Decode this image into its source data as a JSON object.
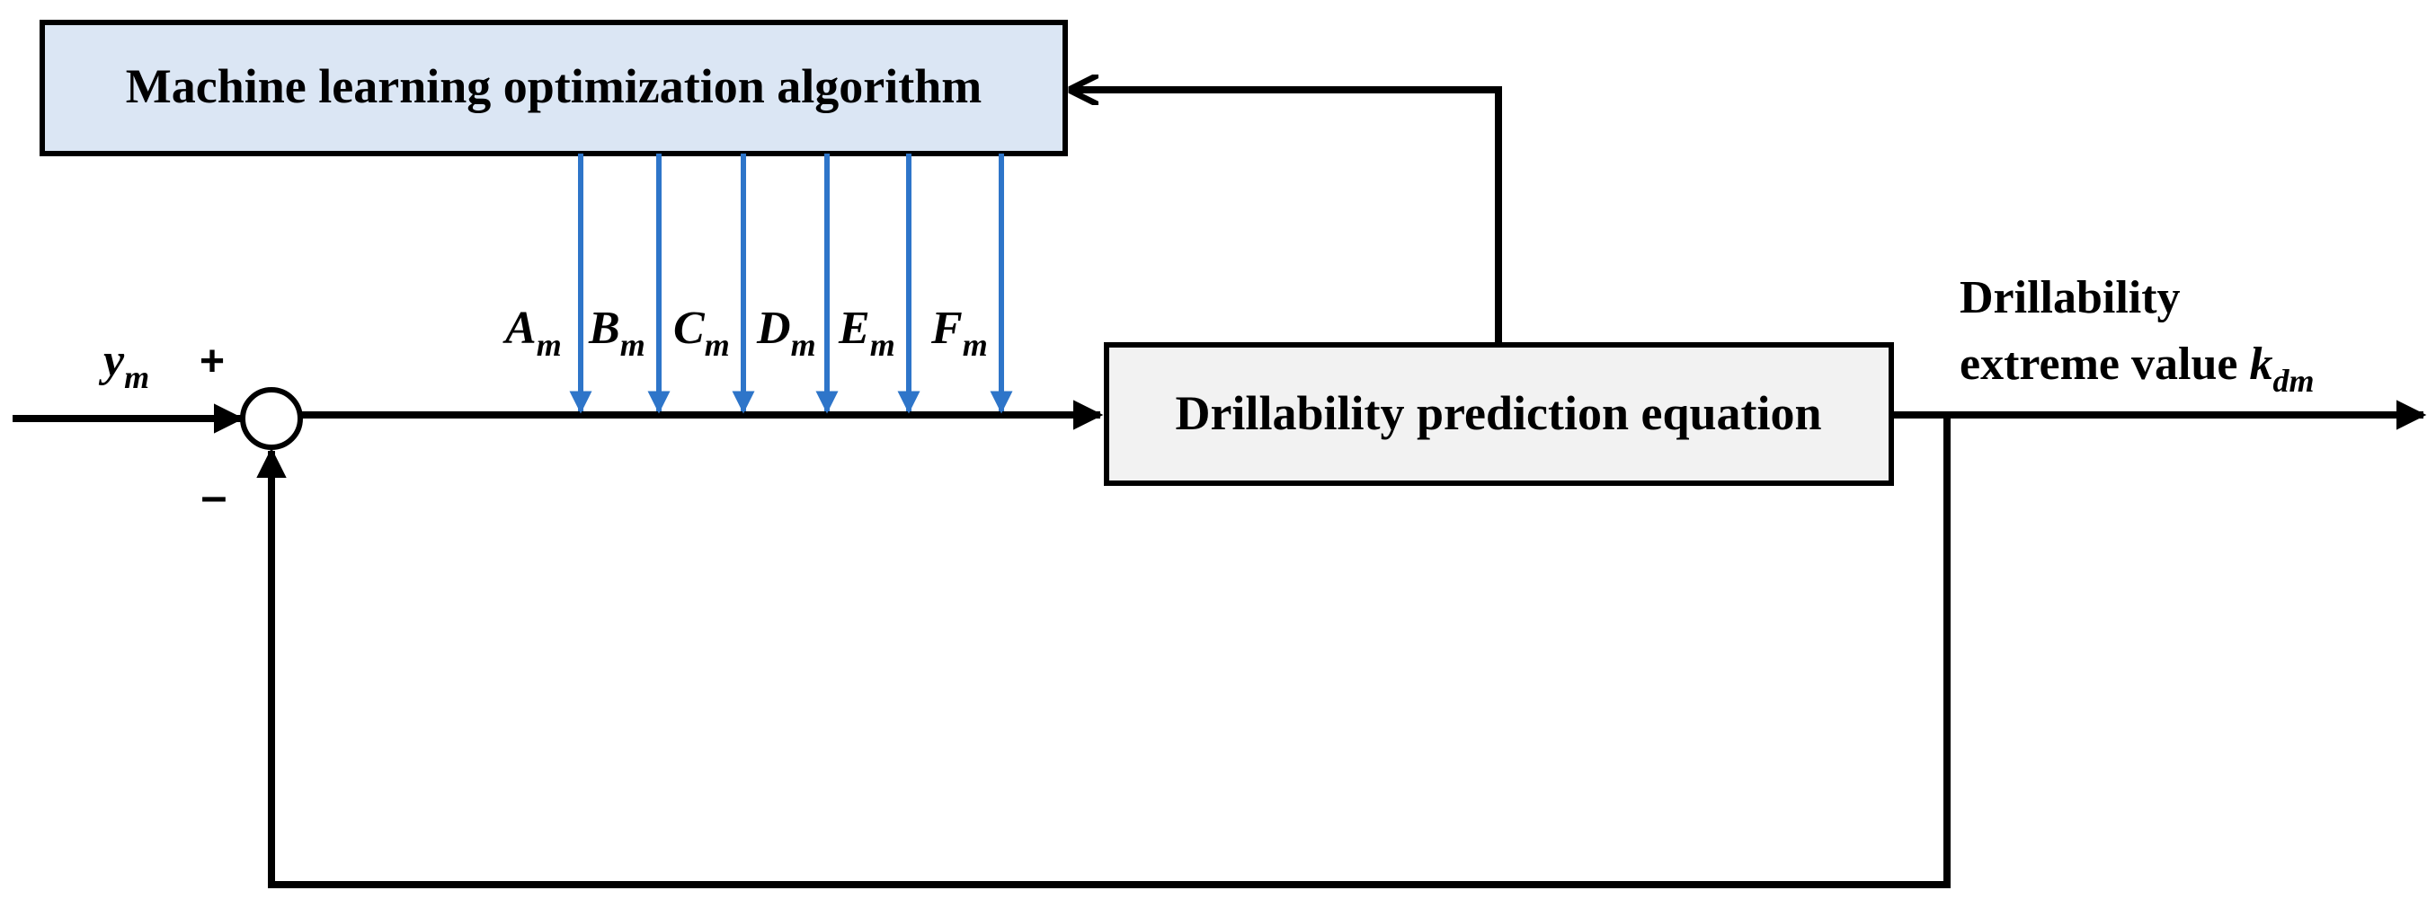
{
  "optimizer_box": {
    "label": "Machine learning optimization algorithm",
    "fill": "#dbe6f4"
  },
  "prediction_box": {
    "label": "Drillability prediction equation",
    "fill": "#f2f2f2"
  },
  "input": {
    "symbol": "y",
    "subscript": "m"
  },
  "summing_junction": {
    "plus": "+",
    "minus": "–"
  },
  "parameters": [
    {
      "symbol": "A",
      "subscript": "m"
    },
    {
      "symbol": "B",
      "subscript": "m"
    },
    {
      "symbol": "C",
      "subscript": "m"
    },
    {
      "symbol": "D",
      "subscript": "m"
    },
    {
      "symbol": "E",
      "subscript": "m"
    },
    {
      "symbol": "F",
      "subscript": "m"
    }
  ],
  "output": {
    "line1": "Drillability",
    "line2": "extreme value ",
    "symbol": "k",
    "subscript": "dm"
  },
  "colors": {
    "wire": "#000000",
    "parameter_arrows": "#2e75c9"
  }
}
